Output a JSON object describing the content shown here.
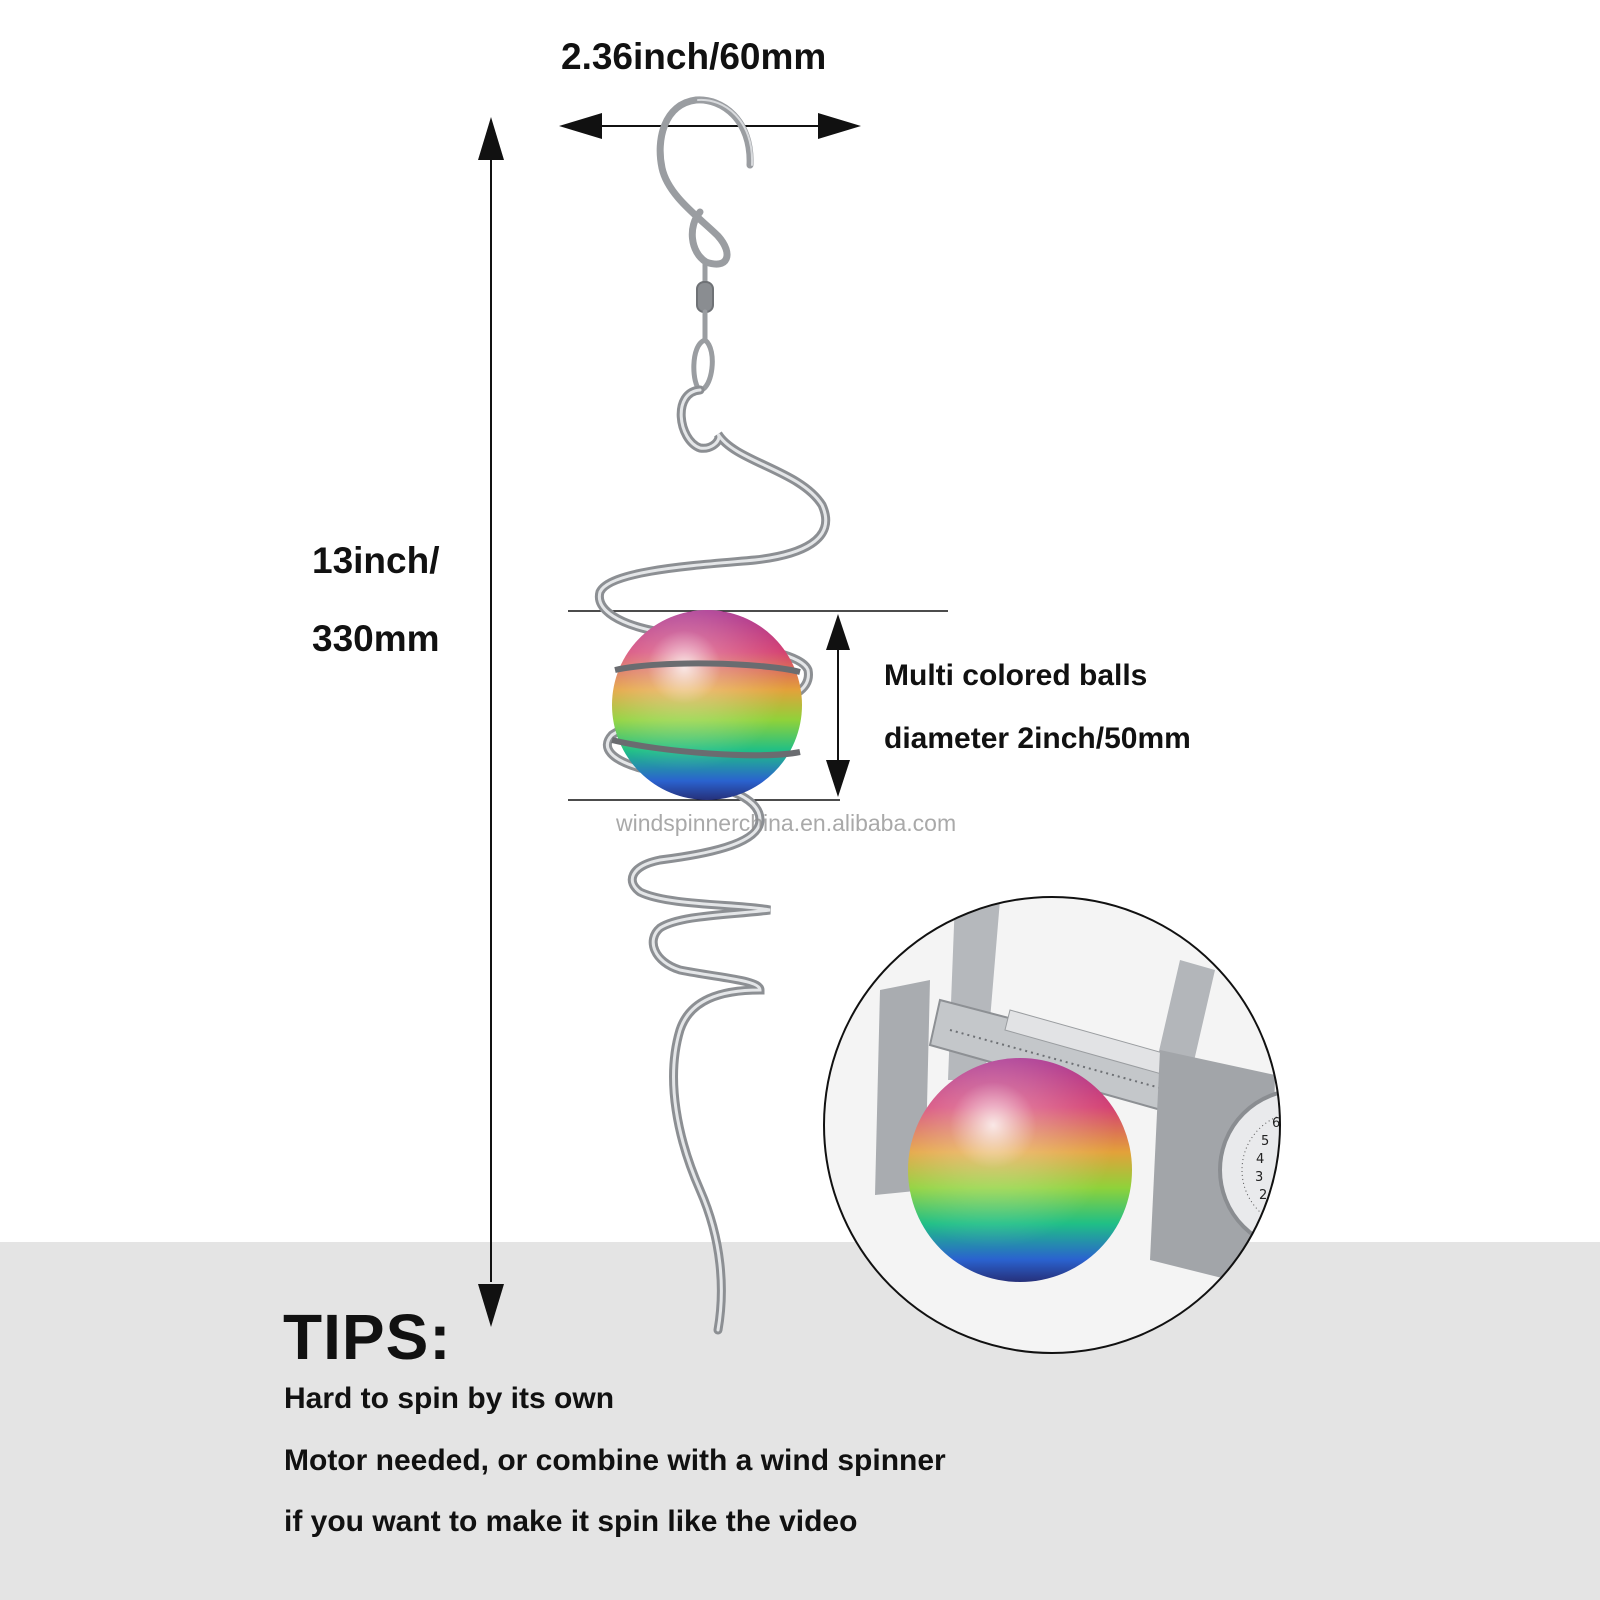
{
  "dimensions": {
    "width": "2.36inch/60mm",
    "height_line1": "13inch/",
    "height_line2": "330mm"
  },
  "ball_info": {
    "line1": "Multi colored balls",
    "line2": "diameter 2inch/50mm"
  },
  "watermark": "windspinnerchina.en.alibaba.com",
  "tips": {
    "title": "TIPS:",
    "lines": [
      "Hard to spin by its own",
      "Motor needed, or combine with a wind spinner",
      "if you want to make it spin like the video"
    ]
  },
  "caliper_scale_digits": [
    "6",
    "5",
    "4",
    "3",
    "2"
  ],
  "colors": {
    "background": "#ffffff",
    "tips_band": "#e4e4e4",
    "text": "#111111",
    "steel": "#b9bcc0",
    "rainbow": [
      "#c3227a",
      "#e0a030",
      "#8fd23a",
      "#18c08a",
      "#2d5fd0"
    ]
  }
}
